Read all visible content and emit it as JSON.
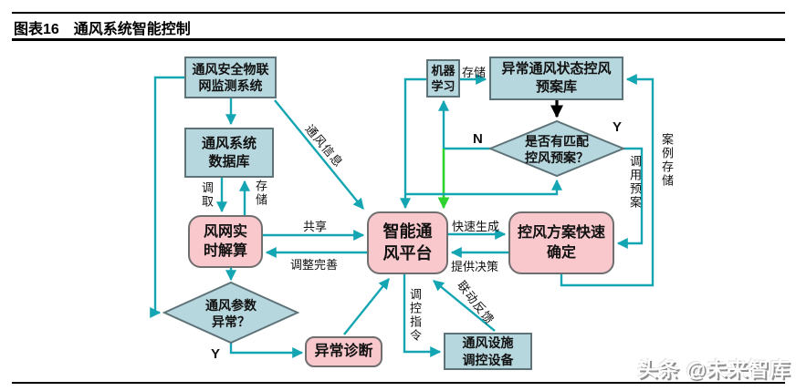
{
  "header": {
    "title": "图表16　通风系统智能控制"
  },
  "watermark": "头条 @未来智库",
  "colors": {
    "box_blue": "#b7d7de",
    "box_pink": "#f9c8cd",
    "arrow_teal": "#14a5b3",
    "arrow_green": "#2fd32f",
    "arrow_black": "#000000",
    "border_blue": "#5e7378"
  },
  "nodes": {
    "iot": {
      "l1": "通风安全物联",
      "l2": "网监测系统"
    },
    "db": {
      "l1": "通风系统",
      "l2": "数据库"
    },
    "solve": {
      "l1": "风网实",
      "l2": "时解算"
    },
    "param_diamond": {
      "l1": "通风参数",
      "l2": "异常？"
    },
    "diag": {
      "l1": "异常诊断"
    },
    "platform": {
      "l1": "智能通",
      "l2": "风平台"
    },
    "ml": {
      "l1": "机器",
      "l2": "学习"
    },
    "lib": {
      "l1": "异常通风状态控风",
      "l2": "预案库"
    },
    "match_diamond": {
      "l1": "是否有匹配",
      "l2": "控风预案？"
    },
    "plan": {
      "l1": "控风方案快速",
      "l2": "确定"
    },
    "equip": {
      "l1": "通风设施",
      "l2": "调控设备"
    }
  },
  "labels": {
    "retrieve": "调取",
    "store_db": "存储",
    "share": "共享",
    "adjust": "调整完善",
    "vent_info": "通风信息",
    "store_ml": "存储",
    "n": "N",
    "y_right": "Y",
    "y_left": "Y",
    "invoke": "调用预案",
    "case_store": "案例存储",
    "quick_gen": "快速生成",
    "provide": "提供决策",
    "cmd": "调控指令",
    "linkage": "联动反馈"
  }
}
